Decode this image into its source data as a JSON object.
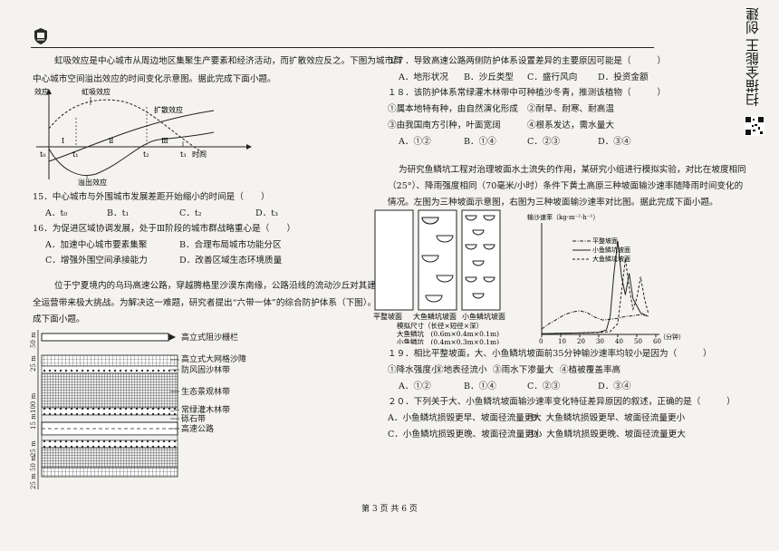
{
  "vertical_brand": "扫描全能王 创建",
  "left": {
    "intro1": "虹吸效应是中心城市从周边地区集聚生产要素和经济活动，而扩散效应反之。下图为城市群",
    "intro2": "中心城市空间溢出效应的时间变化示意图。据此完成下面小题。",
    "fig1": {
      "ylabel": "效应",
      "xlabel": "时间",
      "curve_siphon": "虹吸效应",
      "curve_diffuse": "扩散效应",
      "curve_spill": "溢出效应",
      "origin": "t₀",
      "ticks": [
        "t₁",
        "t₂",
        "t₃"
      ],
      "stages": [
        "Ⅰ",
        "Ⅱ",
        "Ⅲ"
      ]
    },
    "q15": "15．中心城市与外围城市发展差距开始缩小的时间是（　　）",
    "q15_opts": [
      "A．t₀",
      "B．t₁",
      "C．t₂",
      "D．t₃"
    ],
    "q16": "16．为促进区域协调发展，处于Ⅲ阶段的城市群战略重心是（　　）",
    "q16_opts": [
      "A．加速中心城市要素集聚",
      "B．合理布局城市功能分区",
      "C．增强外围空间承接能力",
      "D．改善区域生态环境质量"
    ],
    "intro3_1": "位于宁夏境内的乌玛高速公路，穿越腾格里沙漠东南缘，公路沿线的流动沙丘对其建设和安",
    "intro3_2": "全运营带来极大挑战。为解决这一难题，研究者提出“六带一体”的综合防护体系（下图）。据此完",
    "intro3_3": "成下面小题。",
    "fig2": {
      "labels": [
        "高立式阻沙栅栏",
        "高立式大网格沙障",
        "防风固沙林带",
        "生态景观林带",
        "常绿灌木林带",
        "砾石带",
        "高速公路"
      ],
      "dims": [
        "50 m",
        "25 m",
        "100 m",
        "15 m",
        "25 m",
        "50 m",
        "25 m"
      ]
    }
  },
  "right": {
    "q17": "１７．导致高速公路两侧防护体系设置差异的主要原因可能是（　　　）",
    "q17_opts": [
      "A．地形状况",
      "B．沙丘类型",
      "C．盛行风向",
      "D．投资金额"
    ],
    "q18": "１８．该防护体系常绿灌木林带中可种植沙冬青，推测该植物（　　　）",
    "q18_items": [
      "①属本地特有种，由自然演化形成",
      "②耐旱、耐寒、耐高温",
      "③由我国南方引种，叶面宽阔",
      "④根系发达，需水量大"
    ],
    "q18_opts": [
      "A．①②",
      "B．①④",
      "C．②③",
      "D．③④"
    ],
    "intro4_1": "为研究鱼鳞坑工程对治理坡面水土流失的作用，某研究小组进行模拟实验，对比在坡度相同",
    "intro4_2": "（25°）、降雨强度相同（70毫米/小时）条件下黄土高原三种坡面输沙速率随降雨时间变化的",
    "intro4_3": "情况。左图为三种坡面示意图，右图为三种坡面输沙速率对比图。据此完成下面小题。",
    "fig3": {
      "cap1": "平整坡面",
      "cap2": "大鱼鳞坑坡面",
      "cap3": "小鱼鳞坑坡面",
      "size_title": "模拟尺寸（长径×短径×深）",
      "size_big": "大鱼鳞坑　(0.6m×0.4m×0.1m)",
      "size_small": "小鱼鳞坑　(0.4m×0.3m×0.1m)"
    },
    "q19": "１９．相比平整坡面，大、小鱼鳞坑坡面前35分钟输沙速率均较小是因为（　　　）",
    "q19_items": [
      "①降水强度小",
      "②地表径流小",
      "③雨水下渗量大",
      "④植被覆盖率高"
    ],
    "q19_opts": [
      "A．①②",
      "B．①④",
      "C．②③",
      "D．③④"
    ],
    "q20": "２０．下列关于大、小鱼鳞坑坡面输沙速率变化特征差异原因的叙述，正确的是（　　　）",
    "q20_opts": [
      "A．小鱼鳞坑损毁更早、坡面径流量更大",
      "B．大鱼鳞坑损毁更早、坡面径流量更小",
      "C．小鱼鳞坑损毁更晚、坡面径流量更小",
      "D．大鱼鳞坑损毁更晚、坡面径流量更大"
    ]
  },
  "chart_data": {
    "type": "line",
    "ylabel": "输沙速率（kg·m⁻²·h⁻¹）",
    "xlabel": "（分钟）",
    "x_ticks": [
      0,
      10,
      20,
      30,
      40,
      50,
      60
    ],
    "xlim": [
      0,
      60
    ],
    "series": [
      {
        "name": "平整坡面",
        "style": "dashdot",
        "x": [
          0,
          4,
          8,
          12,
          16,
          20,
          24,
          28,
          32,
          36,
          40,
          44,
          48,
          52,
          56
        ],
        "y": [
          0.15,
          0.3,
          0.42,
          0.55,
          0.62,
          0.66,
          0.6,
          0.48,
          0.4,
          0.42,
          0.45,
          0.5,
          0.52,
          0.55,
          0.52
        ]
      },
      {
        "name": "小鱼鳞坑坡面",
        "style": "solid",
        "x": [
          0,
          10,
          20,
          30,
          34,
          36,
          38,
          40,
          42,
          44,
          46,
          48,
          52,
          56
        ],
        "y": [
          0.02,
          0.03,
          0.04,
          0.06,
          0.12,
          0.5,
          1.7,
          2.6,
          1.6,
          1.1,
          1.7,
          1.0,
          0.6,
          0.5
        ]
      },
      {
        "name": "大鱼鳞坑坡面",
        "style": "dashed",
        "x": [
          0,
          10,
          20,
          30,
          36,
          40,
          42,
          44,
          46,
          48,
          50,
          52,
          54,
          56
        ],
        "y": [
          0.02,
          0.03,
          0.04,
          0.05,
          0.08,
          0.3,
          1.2,
          2.1,
          1.3,
          0.7,
          1.0,
          1.6,
          1.0,
          0.6
        ]
      }
    ],
    "ylim": [
      0,
      3
    ]
  },
  "footer": "第 3 页 共 6 页"
}
